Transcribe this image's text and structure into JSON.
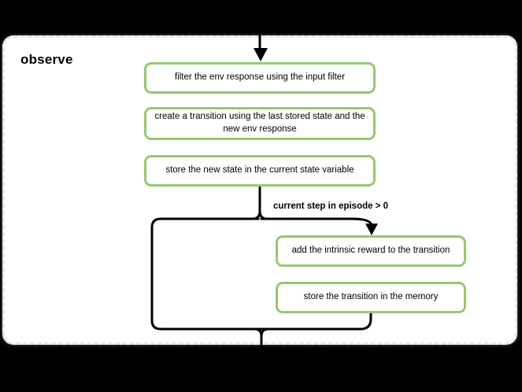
{
  "diagram": {
    "title": "observe",
    "condition_label": "current step in episode > 0",
    "nodes": [
      {
        "label": "filter the env response using the input filter"
      },
      {
        "label": "create a transition using the last stored state and the new env response"
      },
      {
        "label": "store the new state in the current state variable"
      },
      {
        "label": "add the intrinsic reward to the transition"
      },
      {
        "label": "store the transition in the memory"
      }
    ],
    "colors": {
      "node_border": "#97C871",
      "edge": "#000000",
      "container_background": "#FFFFFF",
      "container_border": "#E6E6E6",
      "page_background": "#000000"
    }
  }
}
